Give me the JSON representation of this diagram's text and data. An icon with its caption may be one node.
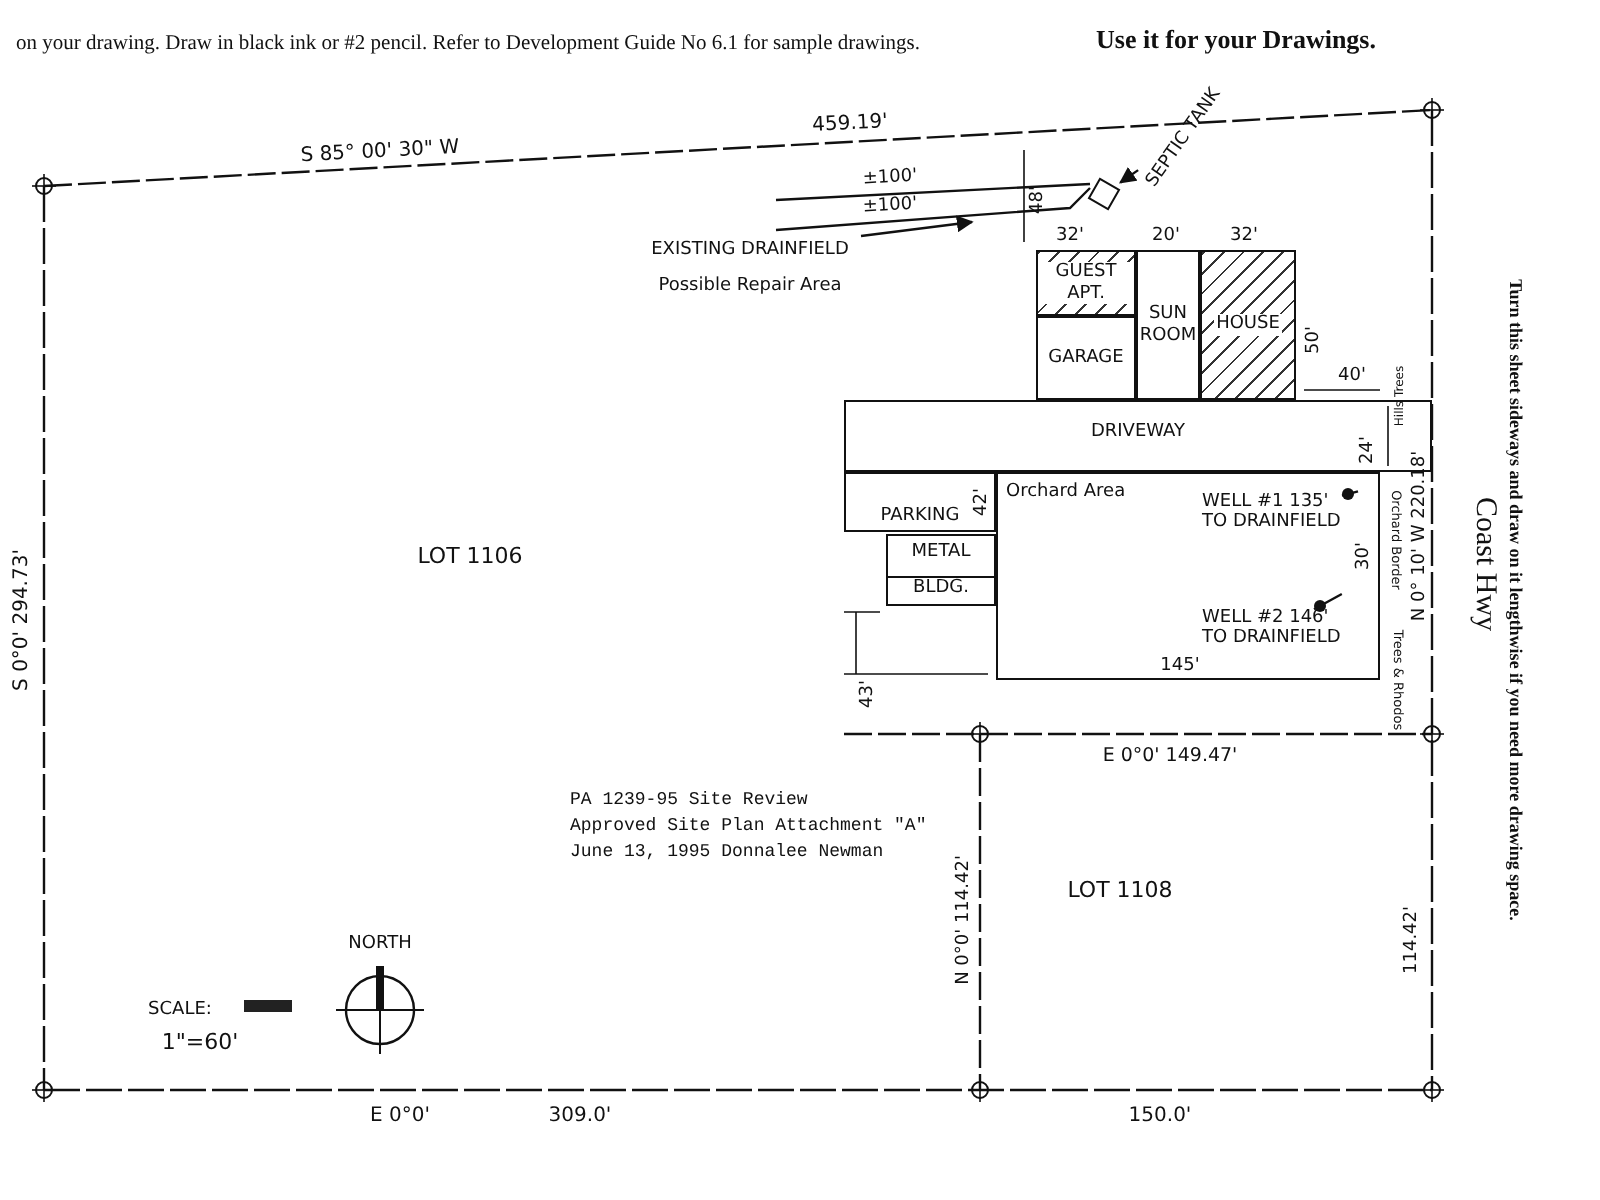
{
  "diagram": {
    "nodes": [
      {
        "text": [
          "GUEST APT."
        ]
      },
      {
        "text": [
          "GARAGE"
        ]
      },
      {
        "text": [
          "SUN ROOM"
        ]
      },
      {
        "text": [
          "HOUSE"
        ]
      },
      {
        "text": [
          "DRIVEWAY"
        ]
      },
      {
        "text": [
          "PARKING"
        ]
      },
      {
        "text": [
          "METAL",
          "BLDG."
        ]
      },
      {
        "text": [],
        "shape": "box"
      },
      {
        "text": [
          "SEPTIC TANK"
        ]
      },
      {
        "text": [
          "EXISTING DRAINFIELD"
        ]
      },
      {
        "text": [
          "Orchard Area"
        ]
      },
      {
        "text": [
          "WELL #1 135' TO DRAINFIELD"
        ],
        "in": 10
      },
      {
        "text": [],
        "shape": "circle",
        "in": 10
      },
      {
        "text": [
          "WELL #2 146' TO DRAINFIELD"
        ],
        "in": 10
      },
      {
        "text": [],
        "shape": "circle",
        "in": 10
      }
    ],
    "edges": [
      {
        "from": 8,
        "to": 7,
        "arrow": "to"
      },
      {
        "from": 9,
        "to": null,
        "arrow": "to"
      },
      {
        "from": 11,
        "to": 12,
        "arrow": "none"
      },
      {
        "from": 13,
        "to": 14,
        "arrow": "none"
      }
    ],
    "labels": [
      "on your drawing. Draw in black ink or #2 pencil. Refer to Development Guide No 6.1 for sample drawings.",
      "Use it for your Drawings.",
      "S 85° 00' 30\" W",
      "459.19'",
      "±100'",
      "±100'",
      "48'",
      "32'",
      "20'",
      "32'",
      "Possible Repair Area",
      "50'",
      "40'",
      "Hills Trees",
      "24'",
      "42'",
      "Orchard Border",
      "30'",
      "145'",
      "Trees & Rhodos",
      "43'",
      "S 0°0' 294.73'",
      "LOT 1106",
      "E 0°0' 149.47'",
      "N 0° 10' W 220.18'",
      "Coast Hwy",
      "Turn this sheet sideways and draw on it lengthwise if you need more drawing space.",
      "PA 1239-95 Site Review",
      "Approved Site Plan Attachment \"A\"",
      "June 13, 1995 Donnalee Newman",
      "LOT 1108",
      "N 0°0' 114.42'",
      "114.42'",
      "NORTH",
      "SCALE:",
      "1\"=60'",
      "E 0°0'",
      "309.0'",
      "150.0'"
    ]
  }
}
